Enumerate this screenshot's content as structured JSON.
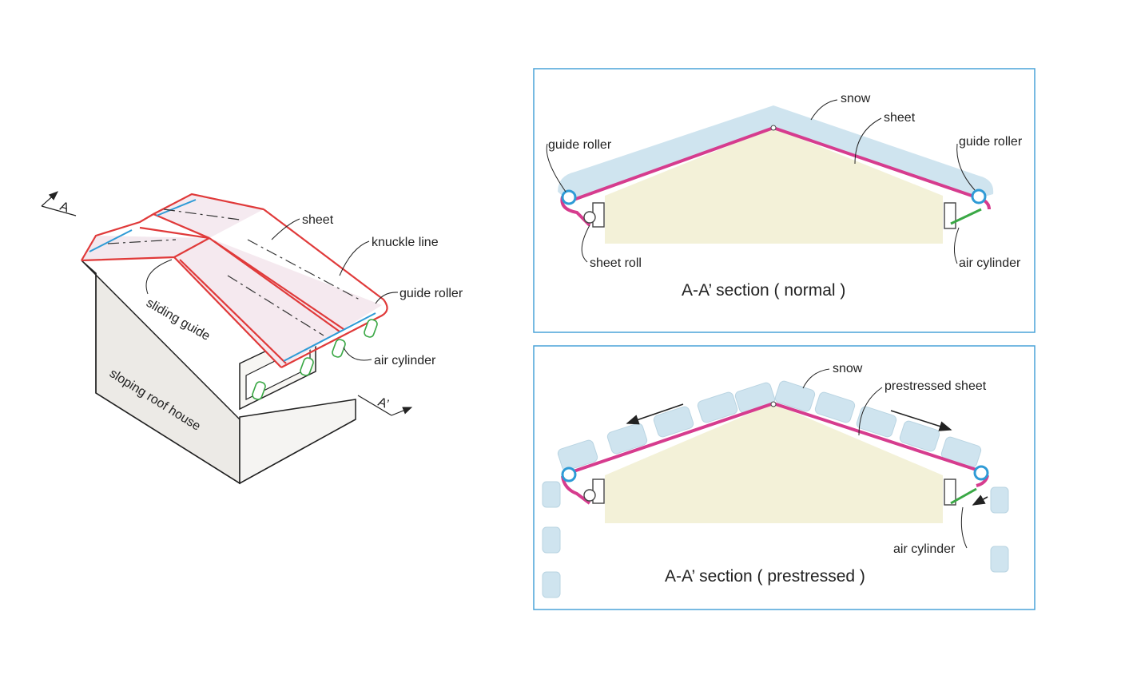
{
  "iso": {
    "section_mark_top": "A",
    "section_mark_bottom": "A’",
    "labels": {
      "sheet": "sheet",
      "knuckle_line": "knuckle line",
      "guide_roller": "guide roller",
      "air_cylinder": "air cylinder",
      "sliding_guide": "sliding guide",
      "house": "sloping roof house"
    }
  },
  "panel_normal": {
    "caption": "A-A’ section ( normal )",
    "labels": {
      "snow": "snow",
      "sheet": "sheet",
      "guide_roller_left": "guide roller",
      "guide_roller_right": "guide roller",
      "sheet_roll": "sheet roll",
      "air_cylinder": "air cylinder"
    }
  },
  "panel_prestressed": {
    "caption": "A-A’ section ( prestressed )",
    "labels": {
      "snow": "snow",
      "prestressed_sheet": "prestressed sheet",
      "air_cylinder": "air cylinder"
    }
  },
  "colors": {
    "sheet_magenta": "#d63c8e",
    "red_outline": "#e03a3a",
    "roller_blue": "#2f9bd6",
    "panel_border": "#4aa3d8",
    "snow_fill": "#cfe4ef",
    "house_fill": "#f3f1d8",
    "cylinder_green": "#3aa845"
  }
}
